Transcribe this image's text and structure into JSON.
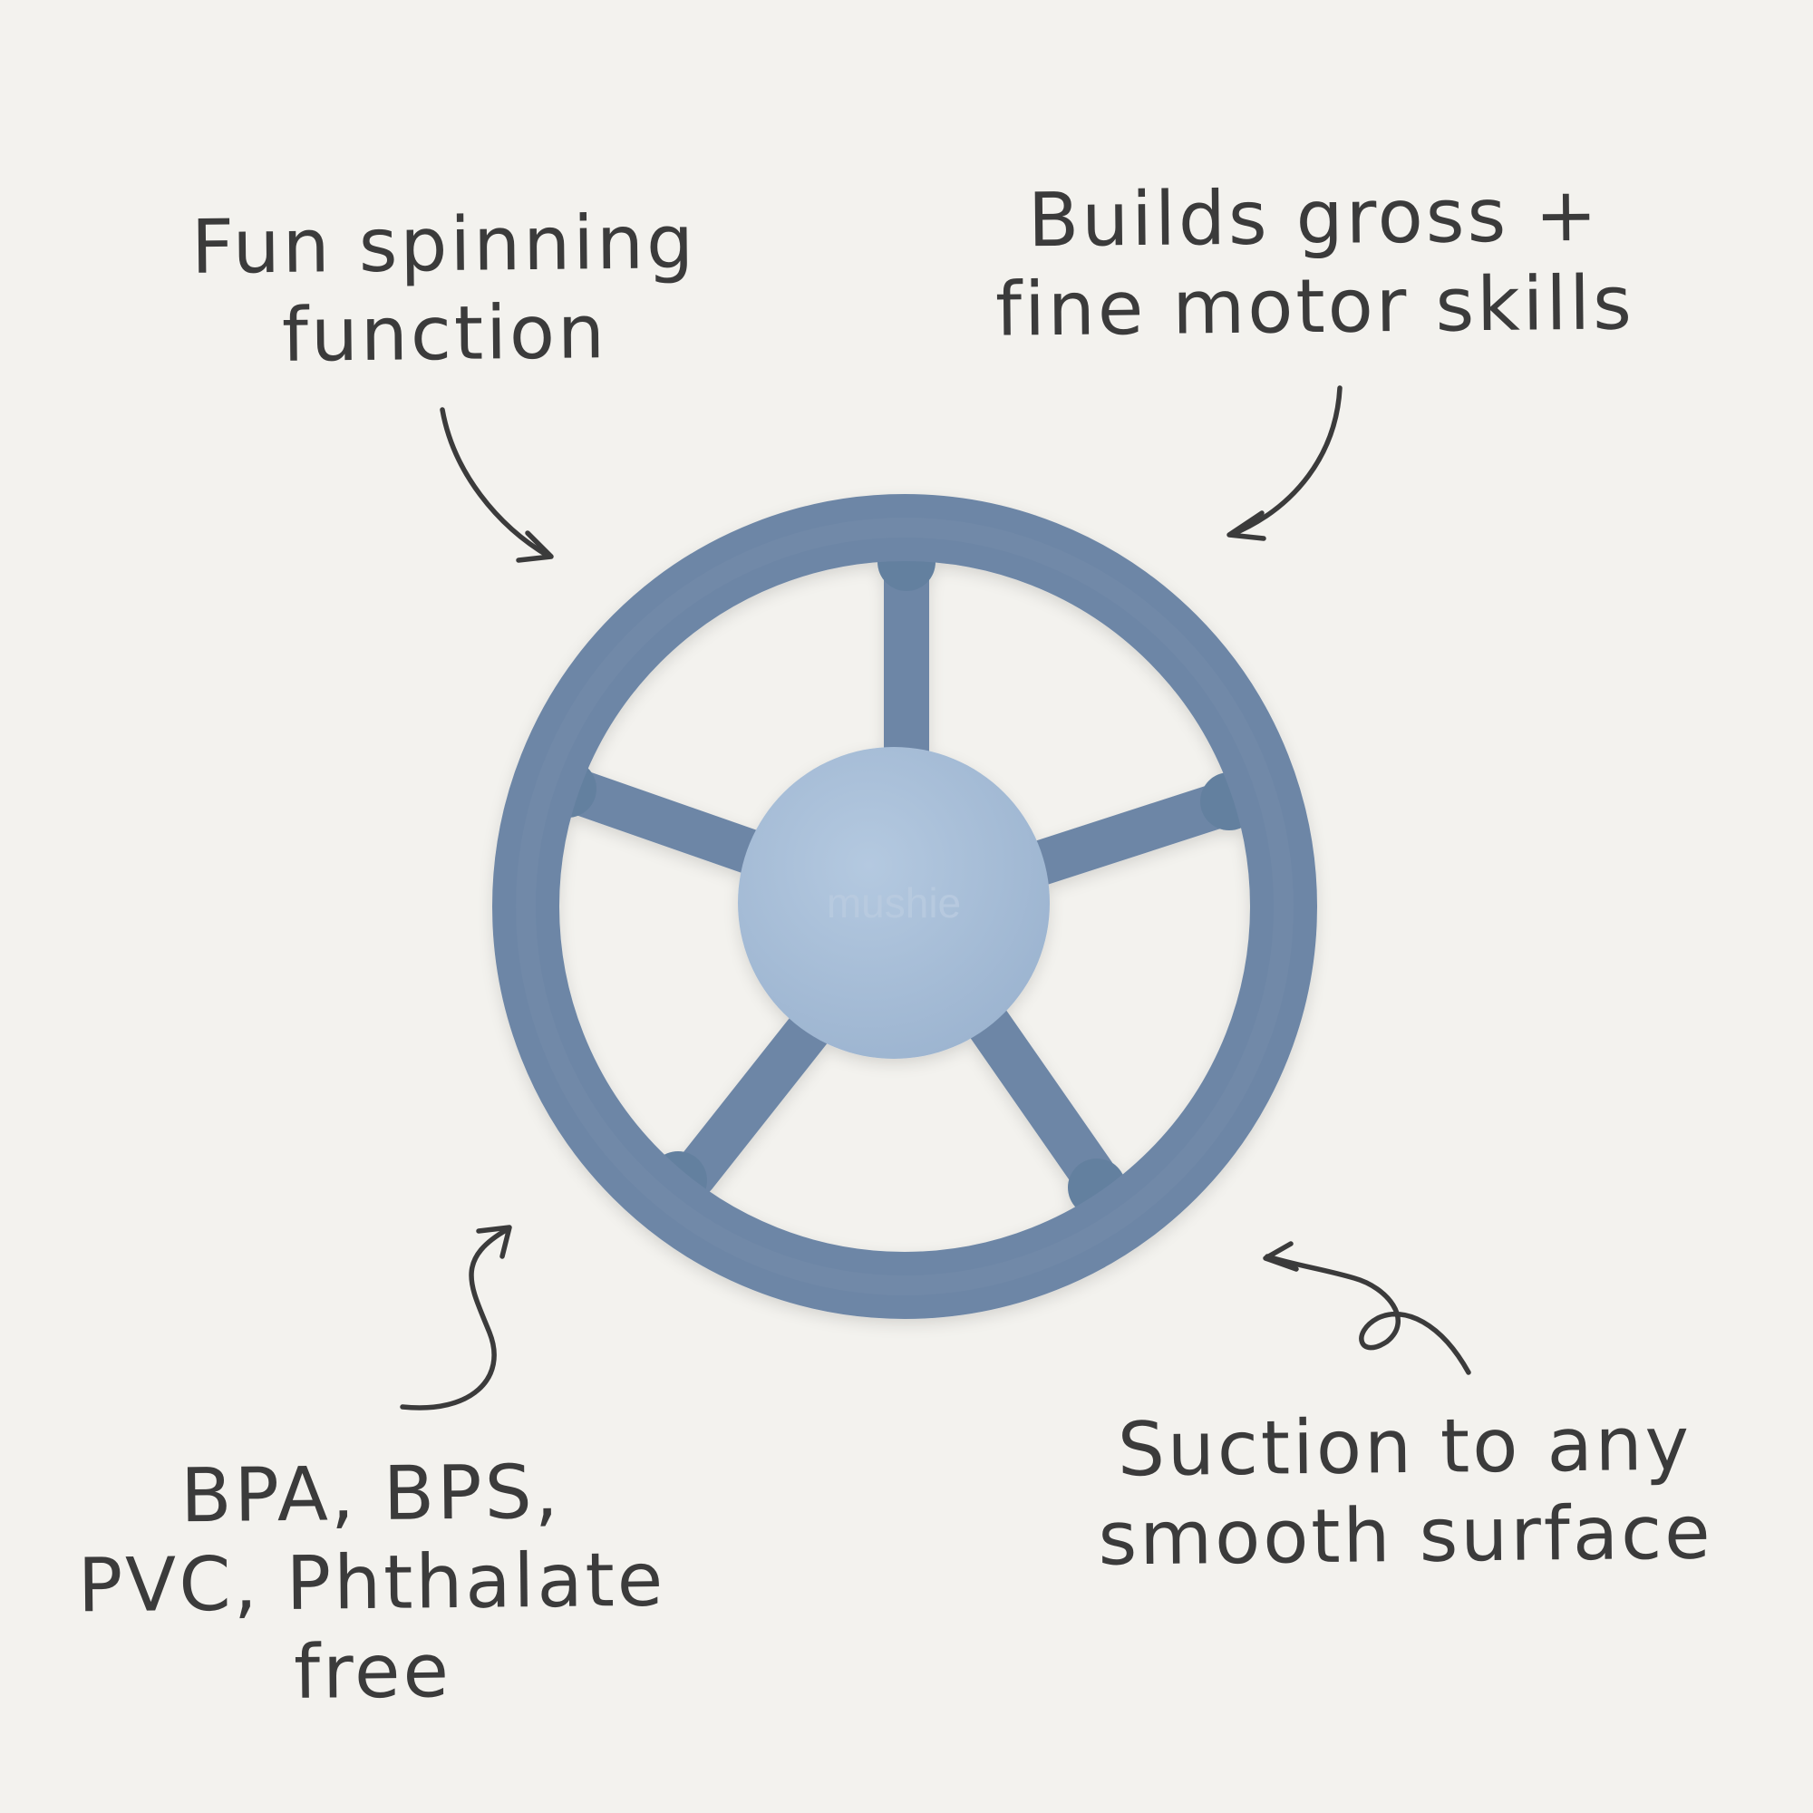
{
  "callouts": {
    "spinning": {
      "line1": "Fun spinning",
      "line2": "function"
    },
    "motor": {
      "line1": "Builds gross +",
      "line2": "fine motor skills"
    },
    "free": {
      "line1": "BPA, BPS,",
      "line2": "PVC, Phthalate",
      "line3": "free"
    },
    "suction": {
      "line1": "Suction to any",
      "line2": "smooth surface"
    }
  },
  "product": {
    "name": "steering wheel toy",
    "hub_logo": "mushie",
    "colors": {
      "background": "#f3f2ee",
      "wheel": "#6d86a6",
      "hub": "#a9c0da",
      "ink": "#3b3b3b"
    }
  },
  "icons": [
    "arrow-icon"
  ]
}
